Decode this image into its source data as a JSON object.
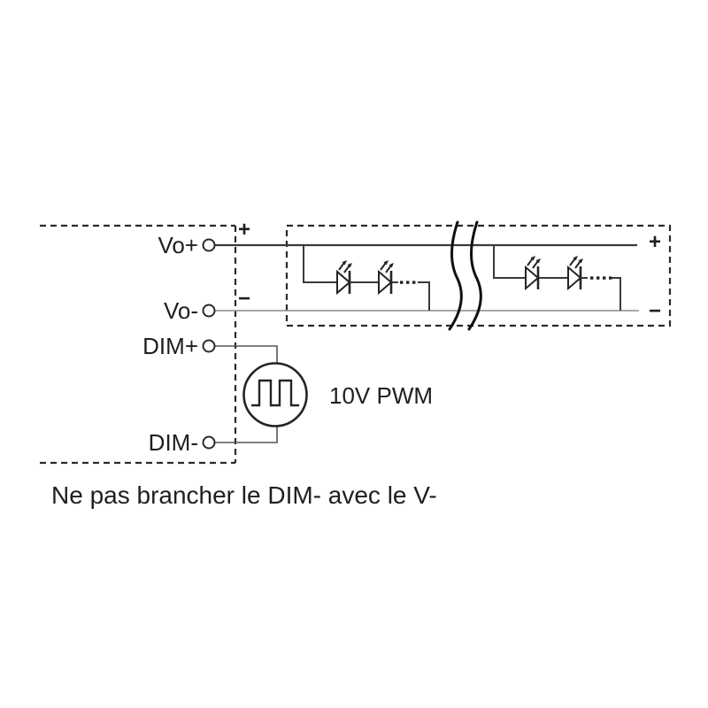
{
  "driver": {
    "terminals": [
      {
        "label": "Vo+"
      },
      {
        "label": "Vo-"
      },
      {
        "label": "DIM+"
      },
      {
        "label": "DIM-"
      }
    ],
    "polarity_plus": "+",
    "polarity_minus": "−"
  },
  "led_module": {
    "polarity_plus": "+",
    "polarity_minus": "−"
  },
  "pwm": {
    "label": "10V PWM"
  },
  "caption": {
    "text": "Ne pas brancher le DIM- avec le V-"
  },
  "colors": {
    "line_dark": "#2a2a2a",
    "wire_light": "#8a8a8a",
    "background": "#ffffff"
  }
}
